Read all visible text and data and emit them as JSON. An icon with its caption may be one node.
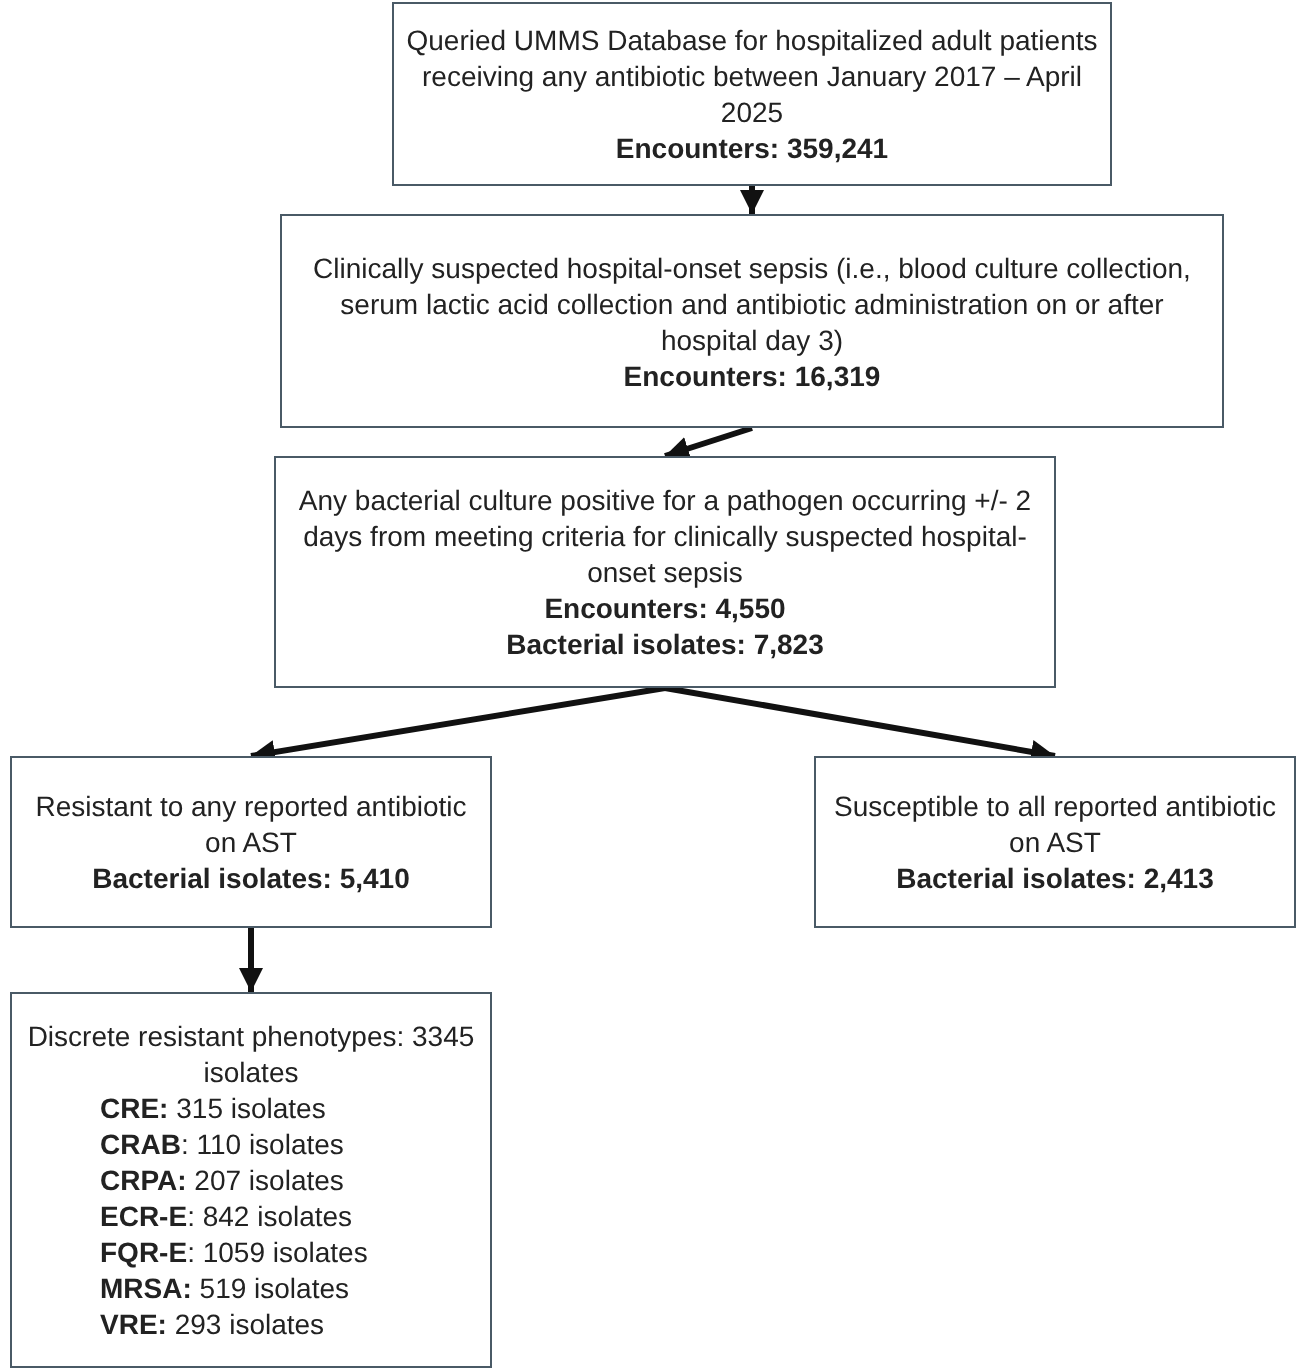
{
  "diagram": {
    "nodes": [
      {
        "text": [
          "Queried UMMS Database for hospitalized adult patients receiving any antibiotic between January 2017 – April 2025",
          "Encounters: 359,241"
        ]
      },
      {
        "text": [
          "Clinically suspected hospital-onset sepsis (i.e., blood culture collection, serum lactic acid collection and antibiotic administration on or after hospital day 3)",
          "Encounters: 16,319"
        ]
      },
      {
        "text": [
          "Any bacterial culture positive for a pathogen occurring +/- 2 days from meeting criteria for clinically suspected hospital-onset sepsis",
          "Encounters: 4,550",
          "Bacterial isolates: 7,823"
        ]
      },
      {
        "text": [
          "Resistant to any reported antibiotic on AST",
          "Bacterial isolates: 5,410"
        ]
      },
      {
        "text": [
          "Susceptible to all reported antibiotic on AST",
          "Bacterial isolates: 2,413"
        ]
      },
      {
        "text": [
          "Discrete resistant phenotypes: 3345 isolates",
          "**CRE:** 315 isolates",
          "**CRAB**: 110 isolates",
          "**CRPA:** 207 isolates",
          "**ECR-E**: 842 isolates",
          "**FQR-E**: 1059 isolates",
          "**MRSA:** 519 isolates",
          "**VRE:** 293 isolates"
        ]
      }
    ],
    "edges": [
      {
        "from": 0,
        "to": 1,
        "arrow": "to"
      },
      {
        "from": 1,
        "to": 2,
        "arrow": "to"
      },
      {
        "from": 2,
        "to": 3,
        "arrow": "to"
      },
      {
        "from": 2,
        "to": 4,
        "arrow": "to"
      },
      {
        "from": 3,
        "to": 5,
        "arrow": "to"
      }
    ]
  }
}
